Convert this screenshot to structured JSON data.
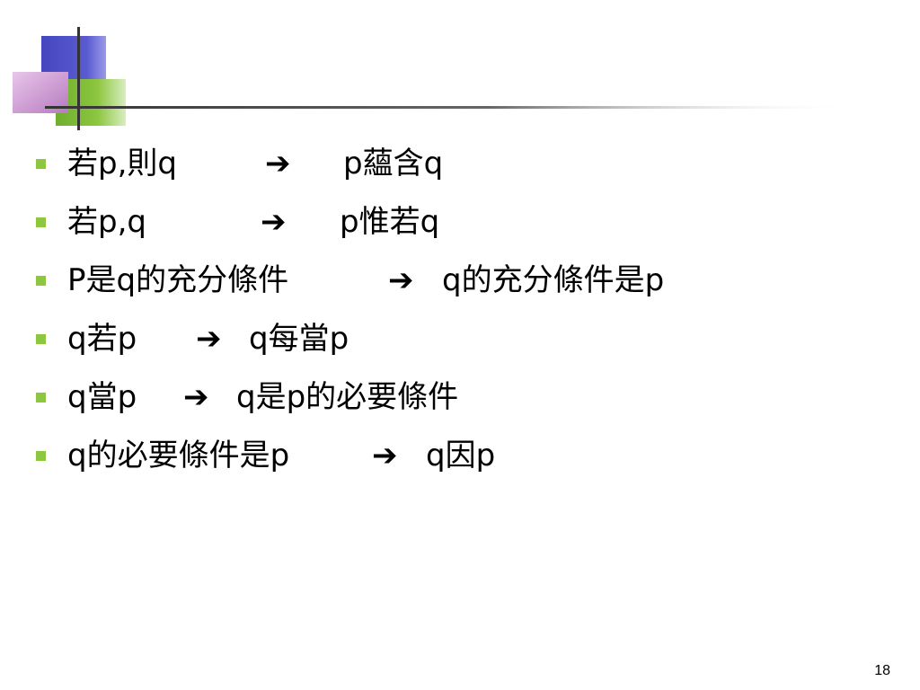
{
  "colors": {
    "blue_square": "#4b4bc8",
    "green_square": "#8dc63f",
    "pink_square": "#c98ccf",
    "line": "#333333",
    "bullet": "#8dc63f"
  },
  "bullet_icon": "green-square-bullet",
  "arrow_icon": "bold-right-arrow",
  "arrow_glyph": "➔",
  "items": [
    {
      "left": "若p,則q",
      "right": "p蘊含q"
    },
    {
      "left": "若p,q",
      "right": "p惟若q"
    },
    {
      "left": "P是q的充分條件",
      "right": "q的充分條件是p"
    },
    {
      "left": "q若p",
      "right": "q每當p"
    },
    {
      "left": "q當p",
      "right": "q是p的必要條件"
    },
    {
      "left": "q的必要條件是p",
      "right": "q因p"
    }
  ],
  "page_number": "18"
}
